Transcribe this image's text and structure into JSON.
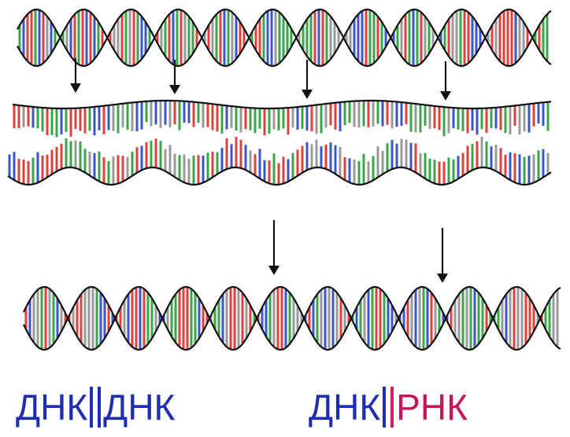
{
  "colors": {
    "backbone": "#111111",
    "base_palette": [
      "#e0403c",
      "#3aa64a",
      "#3b56c8",
      "#9a9a9a"
    ],
    "dna_label": "#1f2db0",
    "rna_label": "#c2185b",
    "dna_strand": "#1f2db0",
    "rna_strand": "#d81b60"
  },
  "labels": {
    "left": {
      "first": "ДНК",
      "second": "ДНК"
    },
    "right": {
      "first": "ДНК",
      "second": "РНК"
    }
  }
}
